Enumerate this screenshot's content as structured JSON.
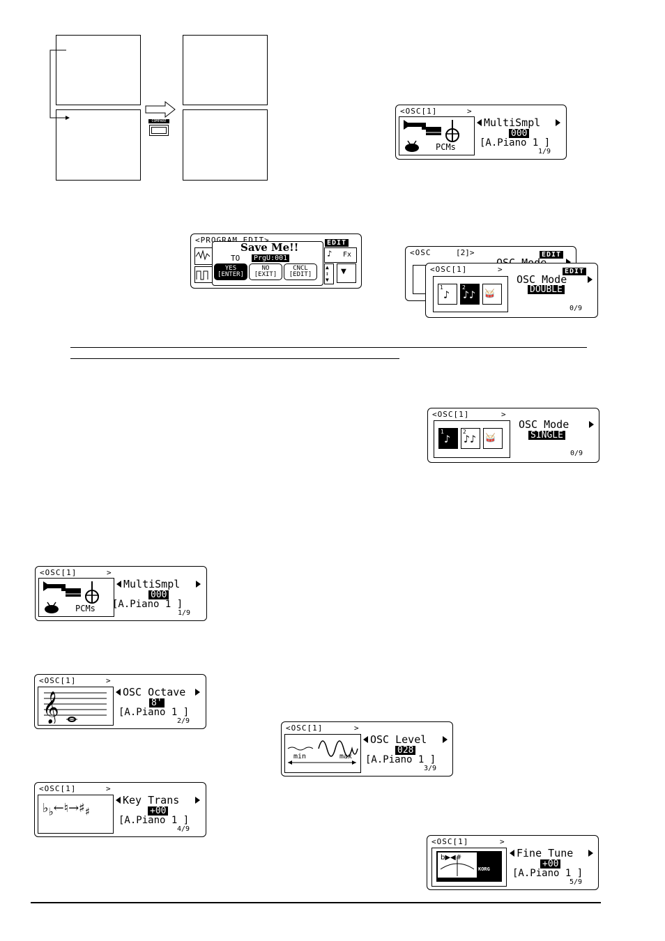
{
  "diagram": {
    "switch_label": "COMPARE"
  },
  "osc_multisample_top": {
    "header": "<OSC[1]",
    "header_arrow": ">",
    "param": "MultiSmpl",
    "value": "000",
    "sound": "[A.Piano 1 ]",
    "page": "1/9",
    "icon_label": "PCMs"
  },
  "save_dialog": {
    "header": "<PROGRAM EDIT>",
    "edit_badge": "EDIT",
    "title": "Save Me!!",
    "to_label": "TO",
    "to_value": "PrgU:001",
    "buttons": [
      {
        "line1": "YES",
        "line2": "[ENTER]"
      },
      {
        "line1": "NO",
        "line2": "[EXIT]"
      },
      {
        "line1": "CNCL",
        "line2": "[EDIT]"
      }
    ],
    "fx_label": "Fx"
  },
  "osc_mode_double": {
    "back_header": "<OSC",
    "back_header2": "[2]>",
    "back_param": "OSC Mode",
    "back_edit": "EDIT",
    "header": "<OSC[1]",
    "header_arrow": ">",
    "edit_badge": "EDIT",
    "param": "OSC Mode",
    "value": "DOUBLE",
    "page": "0/9",
    "icons": [
      "1",
      "2",
      "drum"
    ]
  },
  "osc_mode_single": {
    "header": "<OSC[1]",
    "header_arrow": ">",
    "param": "OSC Mode",
    "value": "SINGLE",
    "page": "0/9"
  },
  "osc_multisample_left": {
    "header": "<OSC[1]",
    "header_arrow": ">",
    "param": "MultiSmpl",
    "value": "000",
    "sound": "[A.Piano 1 ]",
    "page": "1/9",
    "icon_label": "PCMs"
  },
  "osc_octave": {
    "header": "<OSC[1]",
    "header_arrow": ">",
    "param": "OSC Octave",
    "value": "8'",
    "sound": "[A.Piano 1 ]",
    "page": "2/9"
  },
  "osc_level": {
    "header": "<OSC[1]",
    "header_arrow": ">",
    "param": "OSC Level",
    "value": "028",
    "sound": "[A.Piano 1 ]",
    "page": "3/9",
    "min_label": "min",
    "max_label": "max"
  },
  "key_trans": {
    "header": "<OSC[1]",
    "header_arrow": ">",
    "param": "Key Trans",
    "value": "+00",
    "sound": "[A.Piano 1 ]",
    "page": "4/9"
  },
  "fine_tune": {
    "header": "<OSC[1]",
    "header_arrow": ">",
    "param": "Fine Tune",
    "value": "+00",
    "sound": "[A.Piano 1 ]",
    "page": "5/9",
    "brand": "KORG"
  }
}
